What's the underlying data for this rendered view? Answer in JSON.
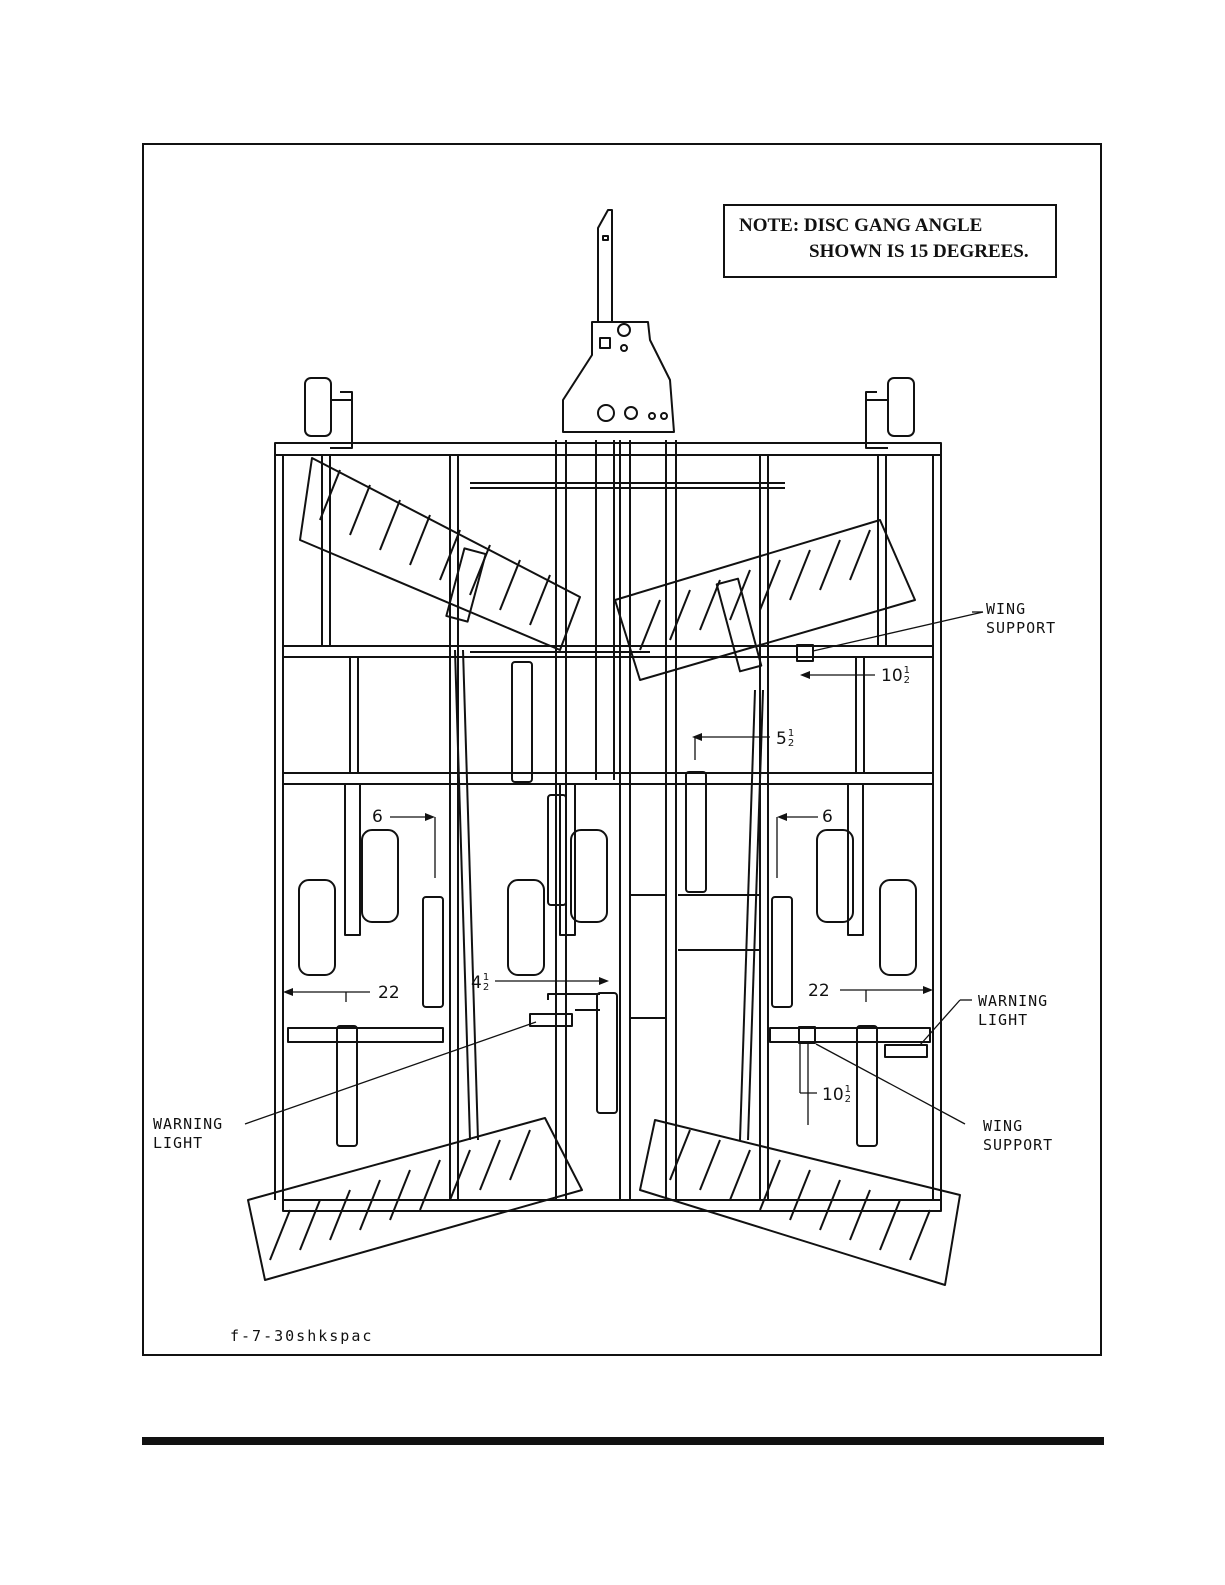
{
  "note": {
    "line1": "NOTE:   DISC GANG ANGLE",
    "line2": "SHOWN IS 15 DEGREES."
  },
  "labels": {
    "wing_support_upper": "WING\nSUPPORT",
    "wing_support_lower": "WING\nSUPPORT",
    "warning_light_left": "WARNING\nLIGHT",
    "warning_light_right": "WARNING\nLIGHT"
  },
  "dimensions": {
    "upper_wing_gap": {
      "whole": "10",
      "num": "1",
      "den": "2"
    },
    "center_offset": {
      "whole": "5",
      "num": "1",
      "den": "2"
    },
    "left_shank_offset": "6",
    "right_shank_offset": "6",
    "center_lower_offset": {
      "whole": "4",
      "num": "1",
      "den": "2"
    },
    "left_shank_spacing": "22",
    "right_shank_spacing": "22",
    "lower_wing_gap": {
      "whole": "10",
      "num": "1",
      "den": "2"
    }
  },
  "figure_id": "f-7-30shkspac",
  "colors": {
    "ink": "#111111",
    "paper": "#ffffff"
  }
}
